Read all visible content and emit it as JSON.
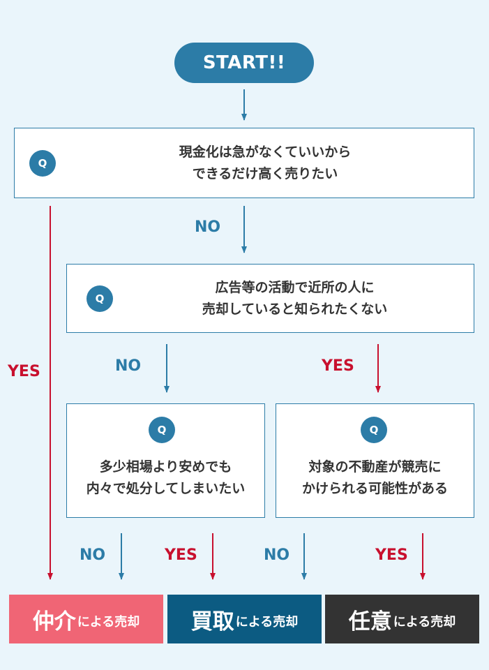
{
  "start_label": "START!!",
  "questions": {
    "q1": {
      "icon": "Q",
      "line1": "現金化は急がなくていいから",
      "line2": "できるだけ高く売りたい"
    },
    "q2": {
      "icon": "Q",
      "line1": "広告等の活動で近所の人に",
      "line2": "売却していると知られたくない"
    },
    "q3": {
      "icon": "Q",
      "line1": "多少相場より安めでも",
      "line2": "内々で処分してしまいたい"
    },
    "q4": {
      "icon": "Q",
      "line1": "対象の不動産が競売に",
      "line2": "かけられる可能性がある"
    }
  },
  "labels": {
    "no": "NO",
    "yes": "YES"
  },
  "results": {
    "brokerage": {
      "main": "仲介",
      "suffix": "による売却"
    },
    "purchase": {
      "main": "買取",
      "suffix": "による売却"
    },
    "voluntary": {
      "main": "任意",
      "suffix": "による売却"
    }
  },
  "colors": {
    "background": "#eaf5fb",
    "blue": "#2c7ca7",
    "red": "#c8102e",
    "brokerage": "#f06575",
    "purchase": "#0c5b82",
    "voluntary": "#333333"
  }
}
